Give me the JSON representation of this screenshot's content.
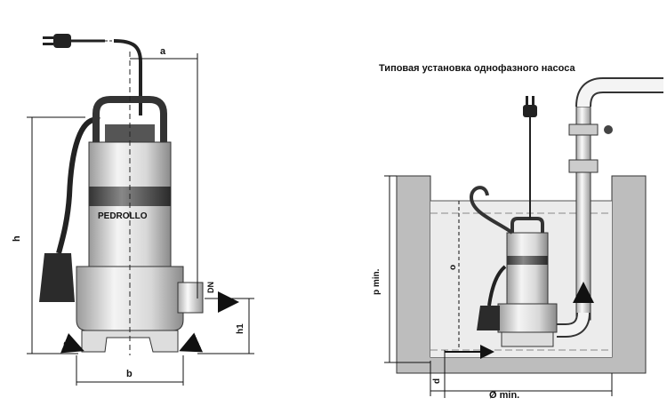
{
  "right_title": "Типовая установка однофазного насоса",
  "brand": "PEDROLLO",
  "dims": {
    "a": "a",
    "h": "h",
    "b": "b",
    "dn": "DN",
    "h1": "h1",
    "p_min": "p min.",
    "d": "d",
    "diam_min": "Ø min.",
    "o": "o"
  },
  "colors": {
    "line": "#111111",
    "body": "#e6e6e6",
    "band": "#555555",
    "water": "#dcdcdc"
  }
}
